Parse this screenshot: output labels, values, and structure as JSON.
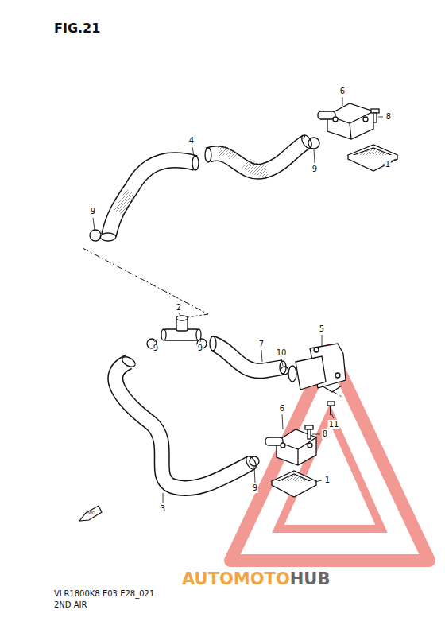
{
  "diagram": {
    "title": "FIG.21",
    "labels": [
      "6",
      "8",
      "1",
      "9",
      "4",
      "9",
      "2",
      "5",
      "7",
      "10",
      "9",
      "9",
      "11",
      "6",
      "8",
      "1",
      "9",
      "3",
      "FWD",
      "VLR1800K8 E03 E28_021",
      "2ND AIR",
      "AUTOMOTO",
      "HUB"
    ]
  }
}
